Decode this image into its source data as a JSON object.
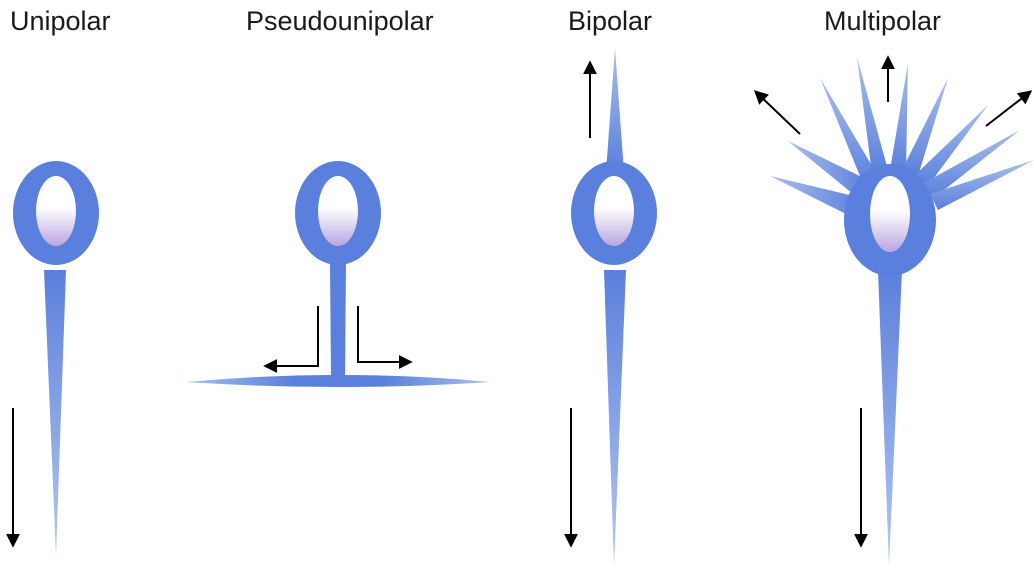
{
  "labels": {
    "unipolar": "Unipolar",
    "pseudounipolar": "Pseudounipolar",
    "bipolar": "Bipolar",
    "multipolar": "Multipolar"
  },
  "colors": {
    "cell_body": "#5b7fdc",
    "process_light": "#a9c0ec",
    "nucleus_white": "#ffffff",
    "nucleus_lavender": "#b9a6e0",
    "arrow": "#000000"
  }
}
